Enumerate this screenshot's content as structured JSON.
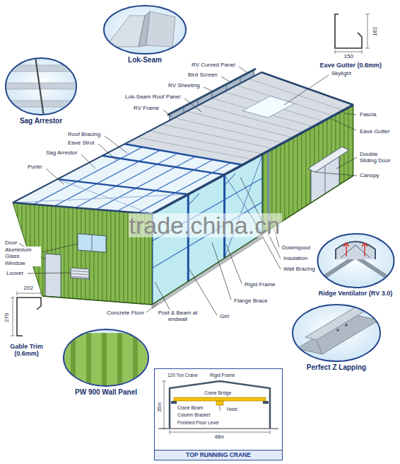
{
  "diagram": {
    "nodes": [
      {
        "text": [
          "Lok-Seam"
        ]
      },
      {
        "text": [
          "Sag Arrestor"
        ]
      },
      {
        "text": [
          "Ridge Ventilator (RV 3.0)"
        ]
      },
      {
        "text": [
          "Perfect Z Lapping"
        ]
      },
      {
        "text": [
          "PW 900 Wall Panel"
        ]
      },
      {
        "text": [
          "TOP RUNNING CRANE"
        ]
      }
    ],
    "labels": [
      "162",
      "150",
      "Eave Gutter (0.6mm)",
      "RV Curved Panel",
      "Skylight",
      "Bird Screen",
      "RV Sheeting",
      "Lok-Seam Roof Panel",
      "RV Frame",
      "Fascia",
      "Eave Gutter",
      "Roof Bracing",
      "Eave Strut",
      "Sag Arrestor",
      "Double Sliding Door",
      "Purlin",
      "Canopy",
      "trade.china.cn",
      "Door",
      "Downspout",
      "Aluminium Glass Window",
      "Insulation",
      "Wall Bracing",
      "Louver",
      "Rigid Frame",
      "202",
      "Flange Brace",
      "Concrete Floor",
      "Post & Beam at endwall",
      "Girt",
      "279",
      "Gable Trim (0.6mm)",
      "120 Ton Crane",
      "Rigid Frame",
      "Crane Bridge",
      "35m",
      "Crane Beam",
      "Hoist",
      "Column Bracket",
      "Finished Floor Level",
      "48m"
    ]
  }
}
